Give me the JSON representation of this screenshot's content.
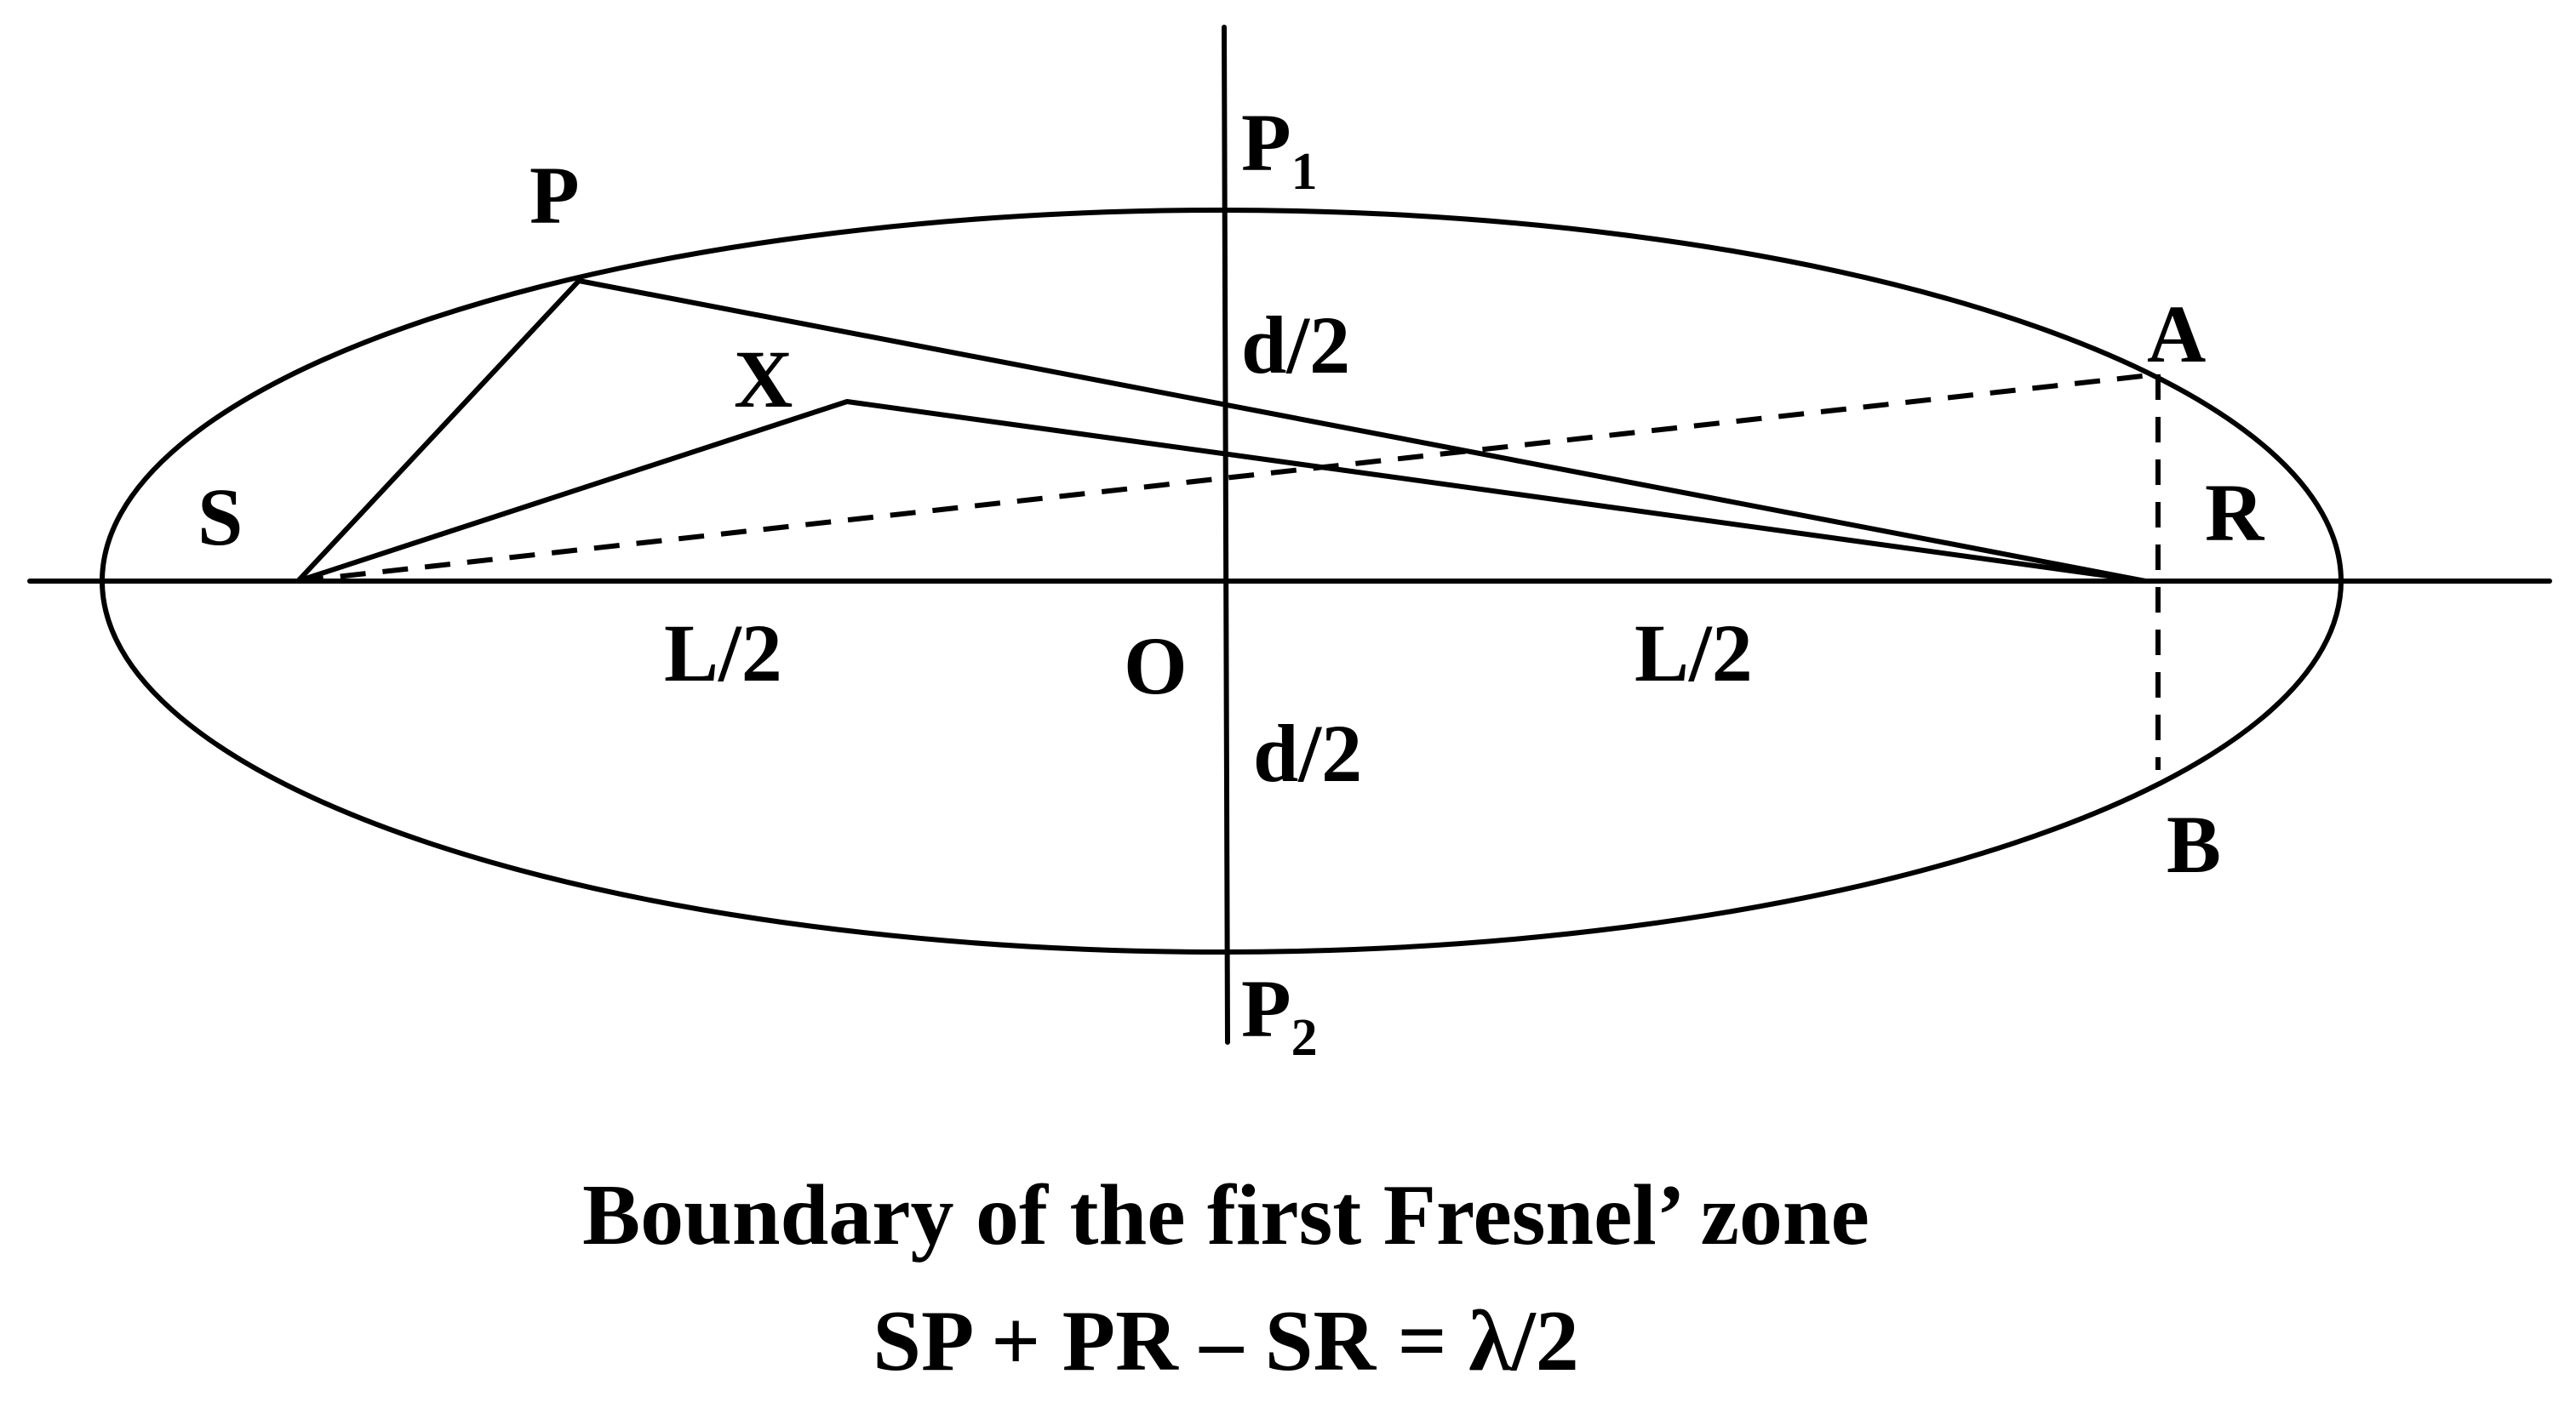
{
  "diagram": {
    "labels": {
      "P": "P",
      "P1_main": "P",
      "P1_sub": "1",
      "P2_main": "P",
      "P2_sub": "2",
      "X": "X",
      "S": "S",
      "R": "R",
      "A": "A",
      "B": "B",
      "O": "O",
      "d2_upper": "d/2",
      "d2_lower": "d/2",
      "L2_left": "L/2",
      "L2_right": "L/2"
    },
    "caption": {
      "line1": "Boundary of the first Fresnel’ zone",
      "line2": "SP + PR – SR = λ/2"
    }
  }
}
